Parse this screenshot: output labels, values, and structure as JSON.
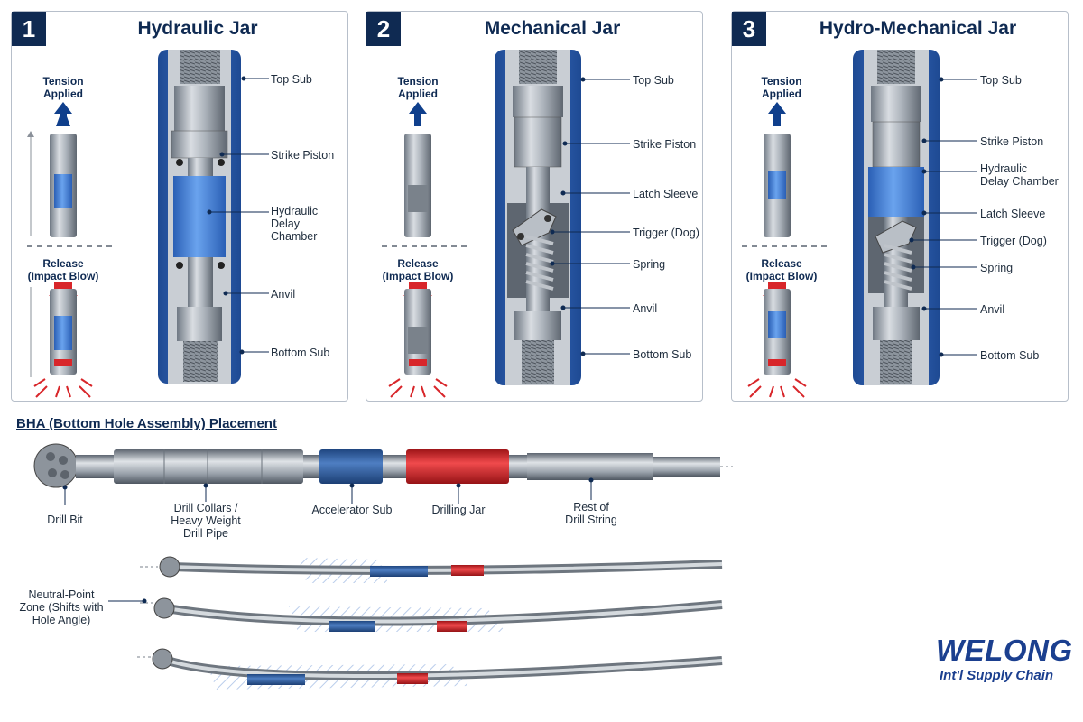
{
  "panels": [
    {
      "number": "1",
      "title": "Hydraulic Jar",
      "tension": "Tension\nApplied",
      "release": "Release\n(Impact Blow)",
      "labels": [
        "Top Sub",
        "Strike Piston",
        "Hydraulic\nDelay Chamber",
        "Anvil",
        "Bottom Sub"
      ]
    },
    {
      "number": "2",
      "title": "Mechanical Jar",
      "tension": "Tension\nApplied",
      "release": "Release\n(Impact Blow)",
      "labels": [
        "Top Sub",
        "Strike Piston",
        "Latch Sleeve",
        "Trigger (Dog)",
        "Spring",
        "Anvil",
        "Bottom Sub"
      ]
    },
    {
      "number": "3",
      "title": "Hydro-Mechanical Jar",
      "tension": "Tension\nApplied",
      "release": "Release\n(Impact Blow)",
      "labels": [
        "Top Sub",
        "Strike Piston",
        "Hydraulic\nDelay Chamber",
        "Latch Sleeve",
        "Trigger (Dog)",
        "Spring",
        "Anvil",
        "Bottom Sub"
      ]
    }
  ],
  "bha": {
    "title": "BHA (Bottom Hole Assembly) Placement",
    "labels": {
      "drill_bit": "Drill Bit",
      "collars": "Drill Collars /\nHeavy Weight\nDrill Pipe",
      "accelerator": "Accelerator Sub",
      "jar": "Drilling Jar",
      "rest": "Rest of\nDrill String"
    },
    "neutral_point": "Neutral-Point\nZone (Shifts with\nHole Angle)"
  },
  "logo": {
    "main": "WELONG",
    "sub": "Int'l Supply Chain"
  },
  "colors": {
    "navy": "#0f2a52",
    "steel": "#9aa3ad",
    "blue_chamber": "#3e7bd6",
    "red_jar": "#d8262a",
    "accelerator_blue": "#2f5f9e"
  }
}
